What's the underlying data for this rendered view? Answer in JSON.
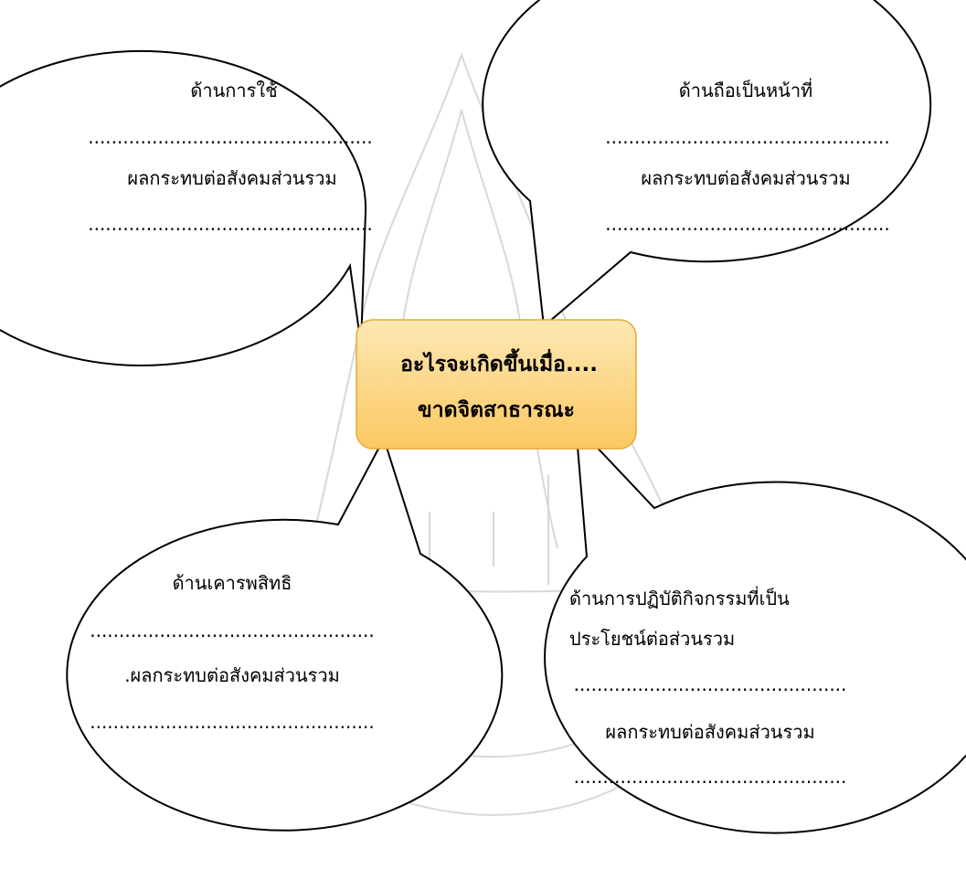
{
  "center": {
    "line1": "อะไรจะเกิดขึ้นเมื่อ....",
    "line2": "ขาดจิตสาธารณะ",
    "fill_top": "#fde8b4",
    "fill_bottom": "#fbc862",
    "border": "#e6a935"
  },
  "bubbles": {
    "top_left": {
      "heading": "ด้านการใช้",
      "blank1": ".................................................",
      "impact": "ผลกระทบต่อสังคมส่วนรวม",
      "blank2": "................................................."
    },
    "top_right": {
      "heading": "ด้านถือเป็นหน้าที่",
      "blank1": ".................................................",
      "impact": "ผลกระทบต่อสังคมส่วนรวม",
      "blank2": "................................................."
    },
    "bottom_left": {
      "heading": "ด้านเคารพสิทธิ",
      "blank1": ".................................................",
      "impact": ".ผลกระทบต่อสังคมส่วนรวม",
      "blank2": "................................................."
    },
    "bottom_right": {
      "heading_line1": "ด้านการปฏิบัติกิจกรรมที่เป็น",
      "heading_line2": "ประโยชน์ต่อส่วนรวม",
      "blank1": "...............................................",
      "impact": "ผลกระทบต่อสังคมส่วนรวม",
      "blank2": "..............................................."
    }
  }
}
